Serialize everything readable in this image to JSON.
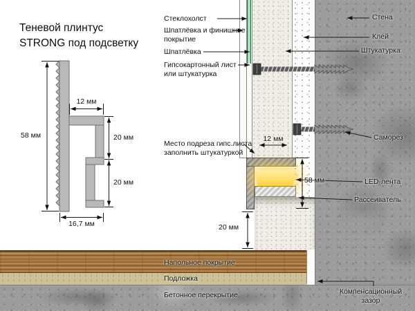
{
  "title": "Теневой плинтус\nSTRONG под подсветку",
  "profile_drawing": {
    "dim_height": "58 мм",
    "dim_top_width": "12 мм",
    "dim_face_upper": "20 мм",
    "dim_face_lower": "20 мм",
    "dim_bottom_depth": "16,7 мм"
  },
  "section": {
    "dim_recess": "12 мм",
    "dim_profile_height": "58 мм",
    "dim_floor_gap": "20 мм",
    "callouts_left": {
      "fiberglass": "Стеклохолст",
      "putty_finish": "Шпатлёвка и финишное покрытие",
      "putty": "Шпатлёвка",
      "drywall": "Гипсокартонный лист или штукатурка",
      "cut_note": "Место подреза гипс.листа заполнить штукатуркой"
    },
    "callouts_right": {
      "wall": "Стена",
      "glue": "Клей",
      "plaster": "Штукатурка",
      "screw": "Саморез",
      "led": "LED-лента",
      "diffuser": "Рассеиватель",
      "expansion_gap": "Компенсационный зазор"
    },
    "floor_layers": {
      "covering": "Напольное покрытие",
      "underlay": "Подложка",
      "slab": "Бетонное перекрытие"
    }
  },
  "colors": {
    "fiberglass_green": "#39a65e",
    "led_yellow": "#ffd23e",
    "concrete_gray": "#9c9c9c",
    "wood_brown": "#a97a41",
    "aluminum_gray": "#b9b9b9"
  }
}
